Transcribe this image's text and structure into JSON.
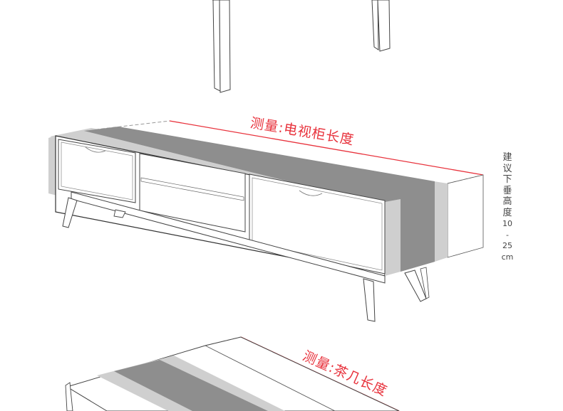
{
  "diagram": {
    "tv_cabinet": {
      "measure_label": "测量:电视柜长度",
      "side_note_chars": [
        "建",
        "议",
        "下",
        "垂",
        "高",
        "度",
        "10",
        "-",
        "25",
        "cm"
      ]
    },
    "coffee_table": {
      "measure_label": "测量:茶几长度"
    },
    "colors": {
      "measure_line": "#e8323c",
      "runner_dark": "#8e8e8e",
      "runner_light": "#cfcfcf",
      "outline": "#3a3a3a"
    }
  }
}
